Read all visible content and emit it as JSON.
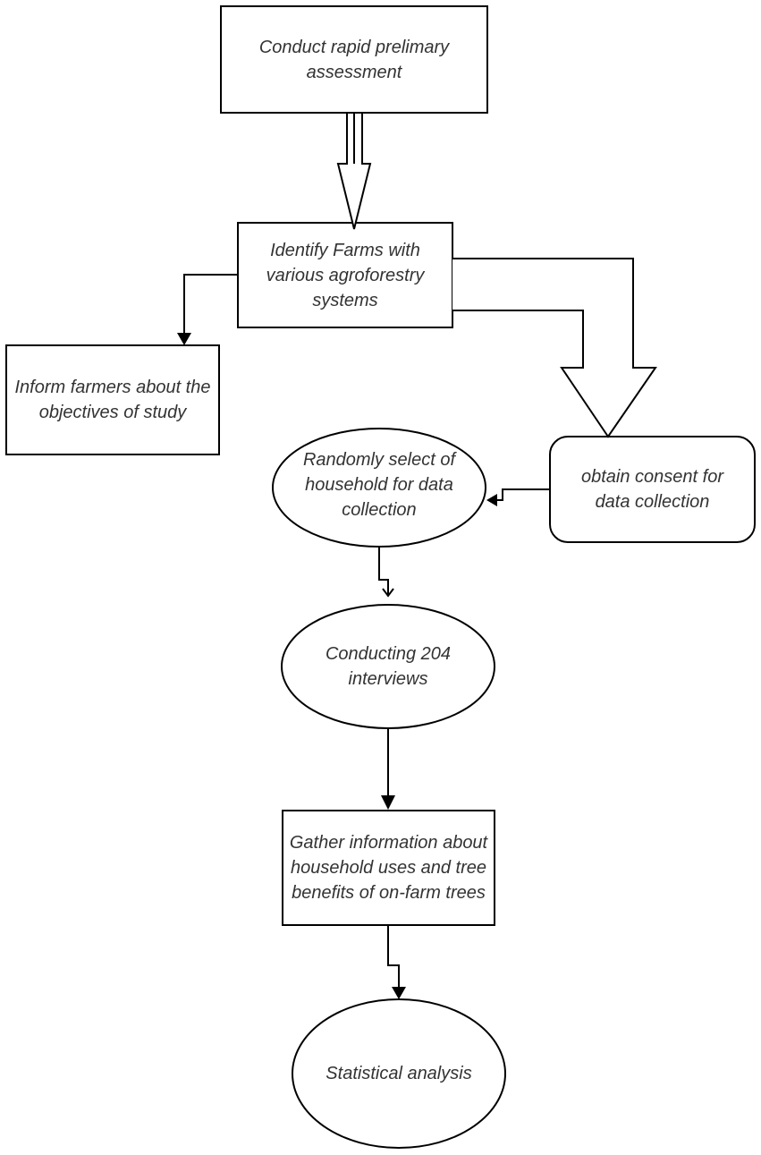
{
  "nodes": {
    "assess": "Conduct rapid prelimary assessment",
    "identify": "Identify Farms with various agroforestry systems",
    "inform": "Inform farmers about the objectives of study",
    "consent": "obtain consent for data collection",
    "randomly": "Randomly select of household for data collection",
    "interviews": "Conducting 204 interviews",
    "gather": "Gather information about household uses and tree benefits of on-farm trees",
    "stats": "Statistical analysis"
  },
  "colors": {
    "stroke": "#000000",
    "text": "#333333",
    "fill": "#ffffff"
  }
}
